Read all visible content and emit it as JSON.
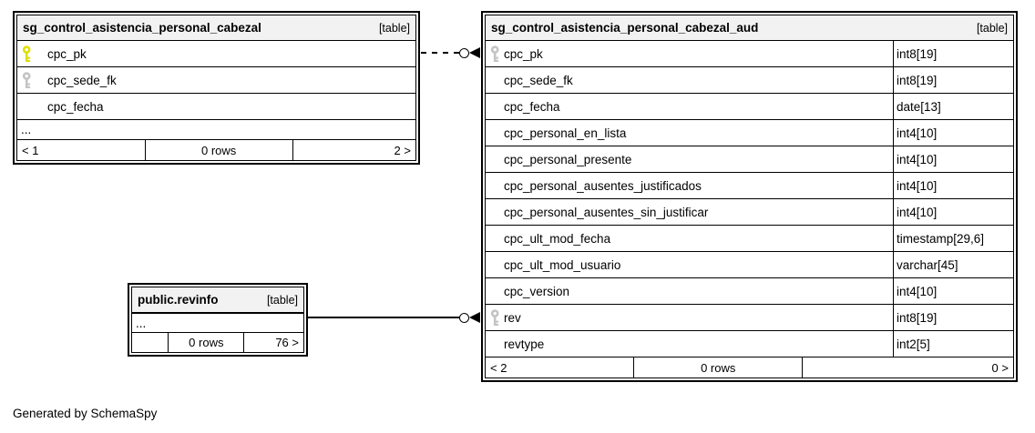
{
  "note": "Generated by SchemaSpy",
  "colors": {
    "header_bg": "#f2f2f2",
    "border": "#000000",
    "primary_key": "#dde000",
    "foreign_key": "#c4c4c4",
    "background": "#ffffff"
  },
  "tables": [
    {
      "id": "cabezal",
      "title": "sg_control_asistencia_personal_cabezal",
      "badge": "[table]",
      "columns": [
        {
          "name": "cpc_pk",
          "key": "primary"
        },
        {
          "name": "cpc_sede_fk",
          "key": "foreign"
        },
        {
          "name": "cpc_fecha",
          "key": "none"
        },
        {
          "name": "...",
          "ellipsis": true
        }
      ],
      "footer": {
        "left": "< 1",
        "center": "0 rows",
        "right": "2 >"
      }
    },
    {
      "id": "aud",
      "title": "sg_control_asistencia_personal_cabezal_aud",
      "badge": "[table]",
      "columns": [
        {
          "name": "cpc_pk",
          "type": "int8[19]",
          "key": "foreign"
        },
        {
          "name": "cpc_sede_fk",
          "type": "int8[19]",
          "key": "none"
        },
        {
          "name": "cpc_fecha",
          "type": "date[13]",
          "key": "none"
        },
        {
          "name": "cpc_personal_en_lista",
          "type": "int4[10]",
          "key": "none"
        },
        {
          "name": "cpc_personal_presente",
          "type": "int4[10]",
          "key": "none"
        },
        {
          "name": "cpc_personal_ausentes_justificados",
          "type": "int4[10]",
          "key": "none"
        },
        {
          "name": "cpc_personal_ausentes_sin_justificar",
          "type": "int4[10]",
          "key": "none"
        },
        {
          "name": "cpc_ult_mod_fecha",
          "type": "timestamp[29,6]",
          "key": "none"
        },
        {
          "name": "cpc_ult_mod_usuario",
          "type": "varchar[45]",
          "key": "none"
        },
        {
          "name": "cpc_version",
          "type": "int4[10]",
          "key": "none"
        },
        {
          "name": "rev",
          "type": "int8[19]",
          "key": "foreign"
        },
        {
          "name": "revtype",
          "type": "int2[5]",
          "key": "none"
        }
      ],
      "footer": {
        "left": "< 2",
        "center": "0 rows",
        "right": "0 >"
      }
    },
    {
      "id": "revinfo",
      "title": "public.revinfo",
      "badge": "[table]",
      "columns": [
        {
          "name": "...",
          "ellipsis": true
        }
      ],
      "footer": {
        "left": "",
        "center": "0 rows",
        "right": "76 >"
      }
    }
  ],
  "relationships": [
    {
      "from": "sg_control_asistencia_personal_cabezal.cpc_pk",
      "to": "sg_control_asistencia_personal_cabezal_aud.cpc_pk",
      "style": "dashed"
    },
    {
      "from": "public.revinfo",
      "to": "sg_control_asistencia_personal_cabezal_aud.rev",
      "style": "solid"
    }
  ]
}
